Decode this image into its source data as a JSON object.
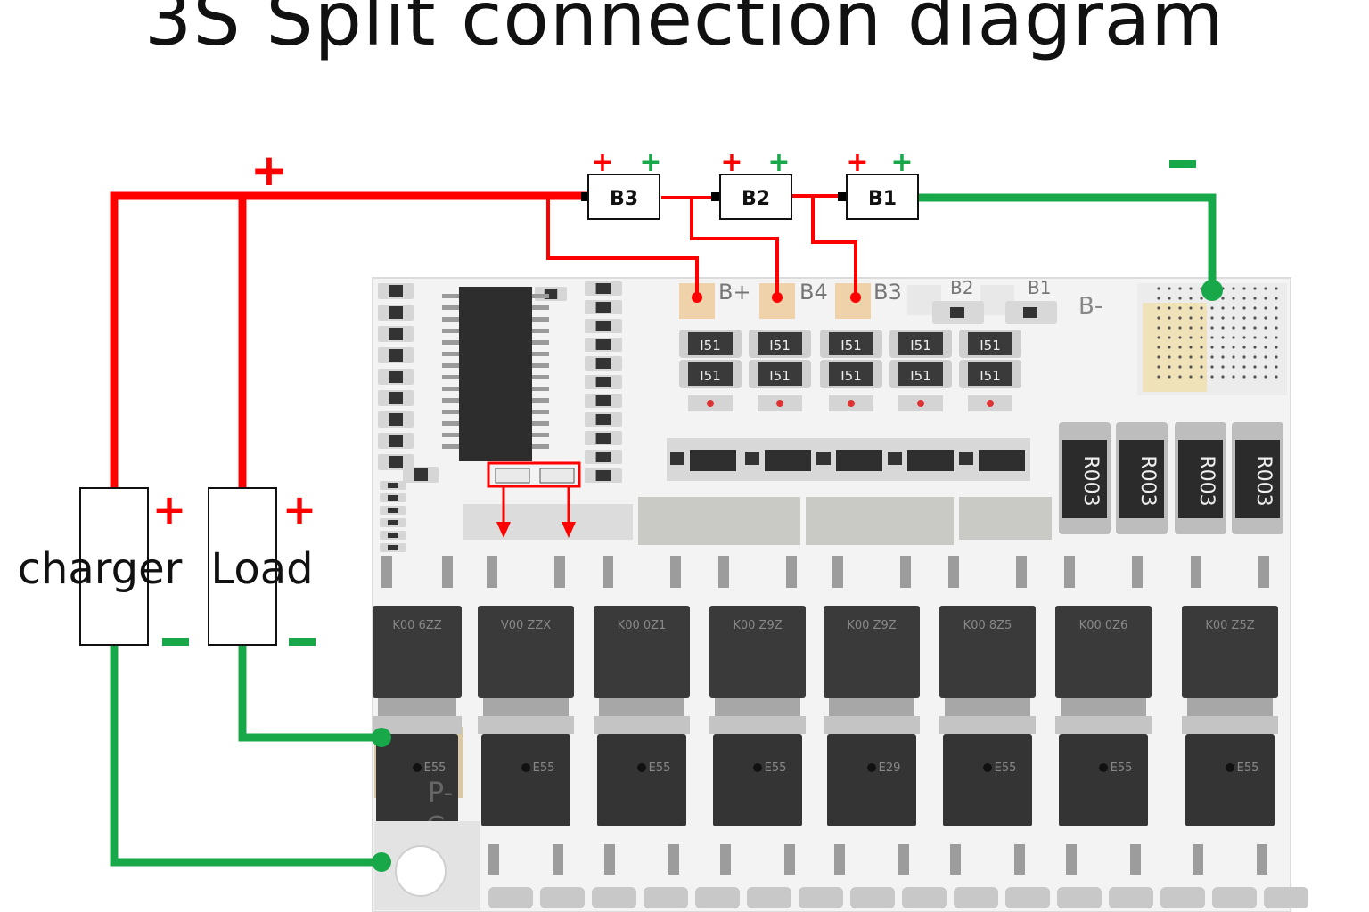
{
  "title": "3S Split connection diagram",
  "colors": {
    "positive": "#ff0000",
    "negative": "#18a84a",
    "board": "#f4f4f4",
    "mosfet": "#3a3a3a",
    "pad": "#f0d2aa"
  },
  "wiring": {
    "main_plus": "+",
    "main_minus": "-",
    "cells": [
      {
        "name": "B3",
        "plus": "+",
        "minus": "+"
      },
      {
        "name": "B2",
        "plus": "+",
        "minus": "+"
      },
      {
        "name": "B1",
        "plus": "+",
        "minus": "+"
      }
    ],
    "charger": {
      "label": "charger",
      "plus": "+",
      "minus": "-"
    },
    "load": {
      "label": "Load",
      "plus": "+",
      "minus": "-"
    }
  },
  "board": {
    "pad_labels": [
      "B+",
      "B4",
      "B3",
      "B2",
      "B1",
      "B-"
    ],
    "output_labels": [
      "P-",
      "C-"
    ],
    "resistor_code": "I51",
    "shunt_code": "R003",
    "mosfet_codes_top": [
      "K00 6ZZ",
      "V00 ZZX",
      "K00 0Z1",
      "K00 Z9Z",
      "K00 Z9Z",
      "K00 8Z5",
      "K00 0Z6",
      "K00 Z5Z"
    ],
    "mosfet_codes_bottom": [
      "E55",
      "E55",
      "E55",
      "E55",
      "E29",
      "E55",
      "E55",
      "E55"
    ]
  }
}
